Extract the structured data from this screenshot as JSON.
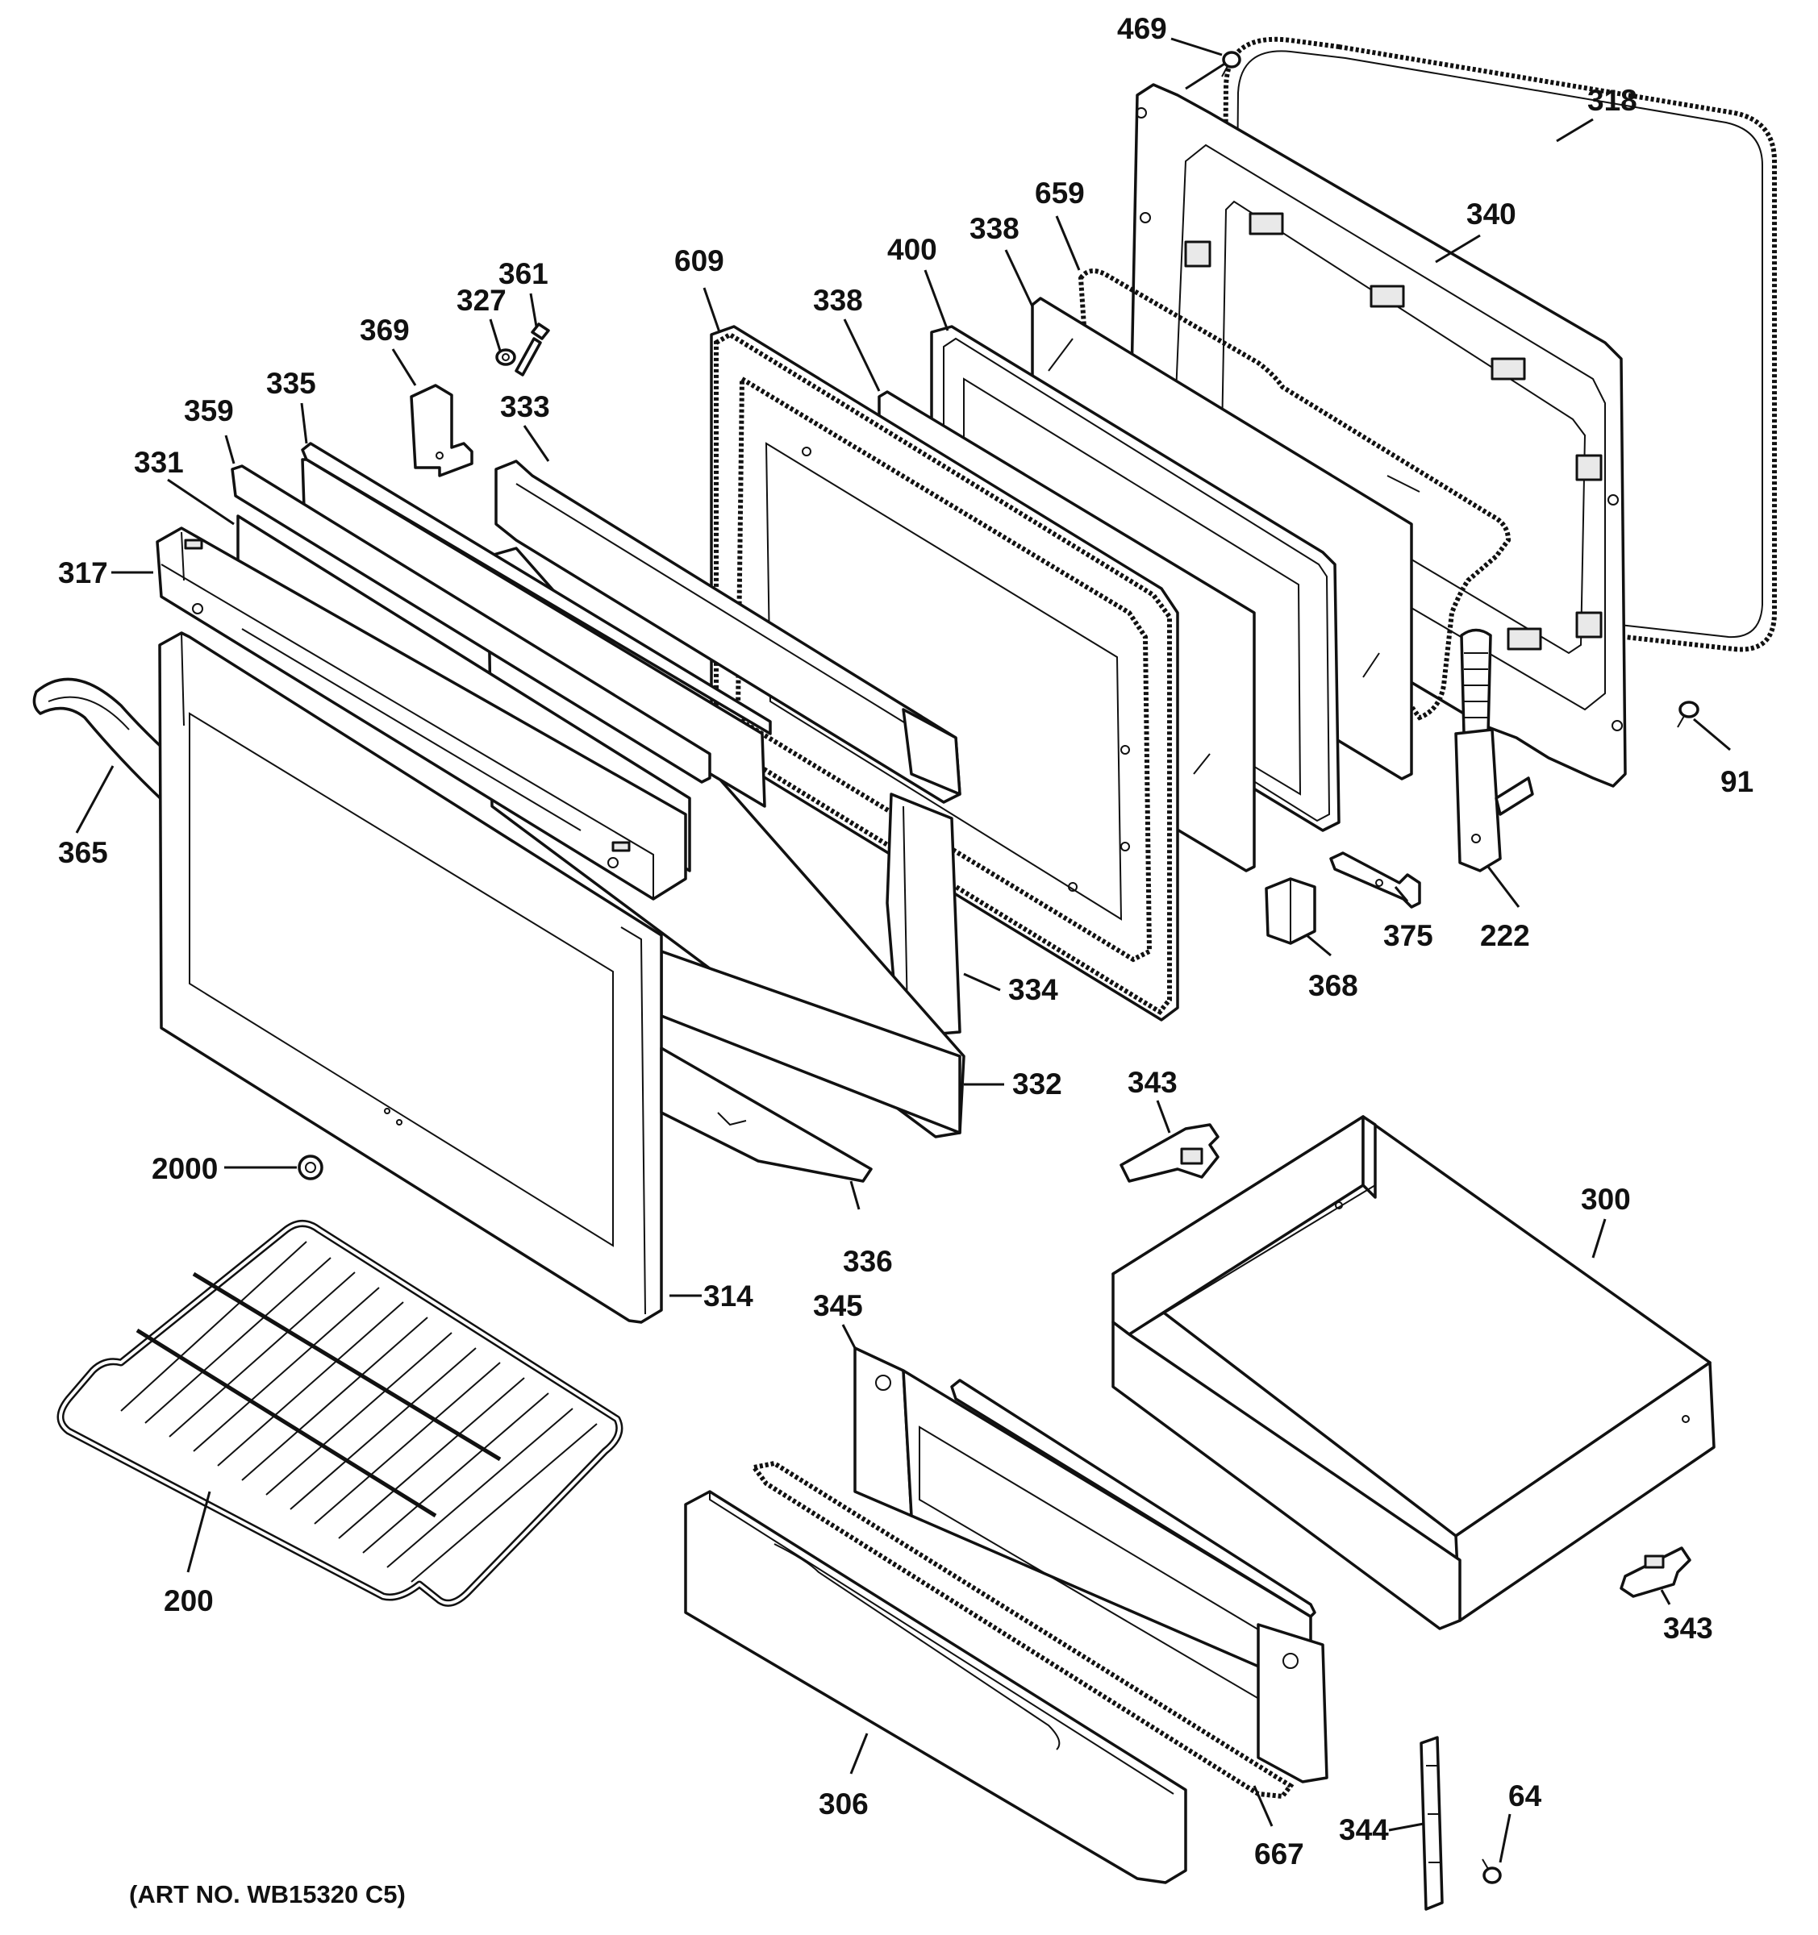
{
  "diagram": {
    "art_number": "(ART NO. WB15320 C5)",
    "callouts": [
      {
        "id": "469",
        "text": "469"
      },
      {
        "id": "318",
        "text": "318"
      },
      {
        "id": "340",
        "text": "340"
      },
      {
        "id": "659",
        "text": "659"
      },
      {
        "id": "338a",
        "text": "338"
      },
      {
        "id": "400",
        "text": "400"
      },
      {
        "id": "609",
        "text": "609"
      },
      {
        "id": "338b",
        "text": "338"
      },
      {
        "id": "361",
        "text": "361"
      },
      {
        "id": "327",
        "text": "327"
      },
      {
        "id": "369",
        "text": "369"
      },
      {
        "id": "335",
        "text": "335"
      },
      {
        "id": "333",
        "text": "333"
      },
      {
        "id": "359",
        "text": "359"
      },
      {
        "id": "331",
        "text": "331"
      },
      {
        "id": "317",
        "text": "317"
      },
      {
        "id": "365",
        "text": "365"
      },
      {
        "id": "91",
        "text": "91"
      },
      {
        "id": "375",
        "text": "375"
      },
      {
        "id": "222",
        "text": "222"
      },
      {
        "id": "368",
        "text": "368"
      },
      {
        "id": "334",
        "text": "334"
      },
      {
        "id": "332",
        "text": "332"
      },
      {
        "id": "343a",
        "text": "343"
      },
      {
        "id": "2000",
        "text": "2000"
      },
      {
        "id": "336",
        "text": "336"
      },
      {
        "id": "300",
        "text": "300"
      },
      {
        "id": "314",
        "text": "314"
      },
      {
        "id": "345",
        "text": "345"
      },
      {
        "id": "200",
        "text": "200"
      },
      {
        "id": "343b",
        "text": "343"
      },
      {
        "id": "306",
        "text": "306"
      },
      {
        "id": "667",
        "text": "667"
      },
      {
        "id": "344",
        "text": "344"
      },
      {
        "id": "64",
        "text": "64"
      }
    ]
  }
}
